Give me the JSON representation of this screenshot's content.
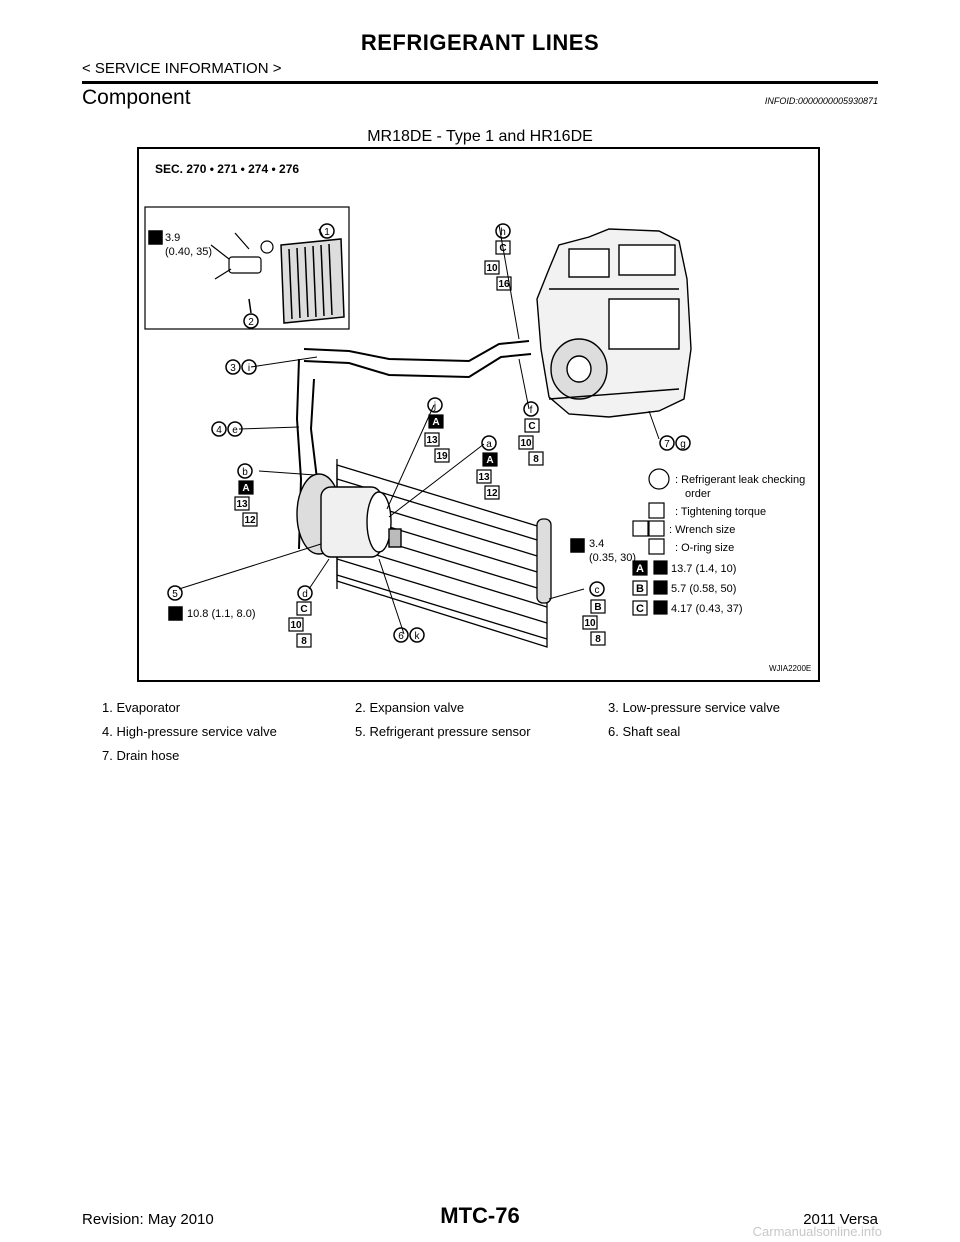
{
  "header": {
    "title": "REFRIGERANT LINES",
    "section": "< SERVICE INFORMATION >",
    "heading": "Component",
    "info_id": "INFOID:0000000005930871"
  },
  "figure": {
    "caption": "MR18DE - Type 1 and HR16DE",
    "sec_label": "SEC. 270 • 271 • 274 • 276",
    "figure_code": "WJIA2200E",
    "inset_torque": "3.9",
    "inset_torque_alt": "(0.40, 35)",
    "sensor_torque": "10.8 (1.1, 8.0)",
    "receiver_torque": "3.4",
    "receiver_torque_alt": "(0.35, 30)",
    "callouts": {
      "n1": "1",
      "n2": "2",
      "n3": "3",
      "n4": "4",
      "n5": "5",
      "n6": "6",
      "n7": "7",
      "h": "h",
      "i": "i",
      "e": "e",
      "j": "j",
      "f": "f",
      "a": "a",
      "g": "g",
      "b": "b",
      "c": "c",
      "d": "d",
      "k": "k",
      "A": "A",
      "B": "B",
      "C": "C",
      "s8": "8",
      "s10": "10",
      "s12": "12",
      "s13": "13",
      "s16": "16",
      "s19": "19"
    },
    "key": {
      "leak_label": ": Refrigerant leak checking",
      "leak_label_2": "order",
      "tightening": ": Tightening torque",
      "wrench": ": Wrench size",
      "oring": ": O-ring size",
      "torque_A": "13.7 (1.4, 10)",
      "torque_B": "5.7 (0.58, 50)",
      "torque_C": "4.17 (0.43, 37)"
    }
  },
  "legend": [
    [
      "1.",
      "Evaporator",
      "2.",
      "Expansion valve",
      "3.",
      "Low-pressure service valve"
    ],
    [
      "4.",
      "High-pressure service valve",
      "5.",
      "Refrigerant pressure sensor",
      "6.",
      "Shaft seal"
    ],
    [
      "7.",
      "Drain hose"
    ]
  ],
  "legend_items": {
    "r0": {
      "a": "1.    Evaporator",
      "b": "2.    Expansion valve",
      "c": "3.    Low-pressure service valve"
    },
    "r1": {
      "a": "4.    High-pressure service valve",
      "b": "5.    Refrigerant pressure sensor",
      "c": "6.    Shaft seal"
    },
    "r2": {
      "a": "7.    Drain hose"
    }
  },
  "footer": {
    "revision": "Revision: May 2010",
    "page": "MTC-76",
    "model": "2011 Versa",
    "watermark": "Carmanualsonline.info"
  }
}
